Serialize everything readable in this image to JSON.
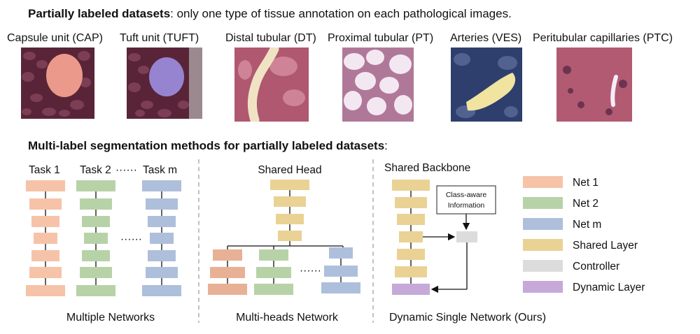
{
  "top_title": {
    "bold": "Partially labeled datasets",
    "rest": ": only one type of tissue annotation on each pathological images."
  },
  "tissue_images": [
    {
      "label": "Capsule unit (CAP)",
      "stain": "#5a2438",
      "overlay": "#f2a08e"
    },
    {
      "label": "Tuft unit (TUFT)",
      "stain": "#5a2438",
      "overlay": "#9a8ad8"
    },
    {
      "label": "Distal tubular (DT)",
      "stain": "#b05870",
      "overlay": "#efe3c4"
    },
    {
      "label": "Proximal tubular (PT)",
      "stain": "#b07898",
      "overlay": "#f3e8f2"
    },
    {
      "label": "Arteries (VES)",
      "stain": "#2e3f6e",
      "overlay": "#f1e3a0"
    },
    {
      "label": "Peritubular capillaries (PTC)",
      "stain": "#b25a72",
      "overlay": "#f4eef6"
    }
  ],
  "section_title": {
    "bold": "Multi-label segmentation methods for partially labeled datasets",
    "rest": ":"
  },
  "panel1": {
    "task_labels": [
      "Task 1",
      "Task 2",
      "Task m"
    ],
    "dots_header": "······",
    "dots_middle": "······",
    "caption": "Multiple Networks"
  },
  "panel2": {
    "header": "Shared Head",
    "dots": "······",
    "caption": "Multi-heads Network"
  },
  "panel3": {
    "header": "Shared Backbone",
    "controller_box_line1": "Class-aware",
    "controller_box_line2": "Information",
    "caption": "Dynamic Single Network (Ours)"
  },
  "legend": [
    {
      "label": "Net 1",
      "color": "#f6c3a8"
    },
    {
      "label": "Net 2",
      "color": "#b8d2a8"
    },
    {
      "label": "Net m",
      "color": "#aebfdb"
    },
    {
      "label": "Shared Layer",
      "color": "#e9d294"
    },
    {
      "label": "Controller",
      "color": "#dcdcdc"
    },
    {
      "label": "Dynamic Layer",
      "color": "#c6a9d8"
    }
  ],
  "colors": {
    "net1": "#f6c3a8",
    "net2": "#b8d2a8",
    "netm": "#aebfdb",
    "shared": "#e9d294",
    "controller": "#dcdcdc",
    "dynamic": "#c6a9d8",
    "net1_head": "#e8b196"
  }
}
